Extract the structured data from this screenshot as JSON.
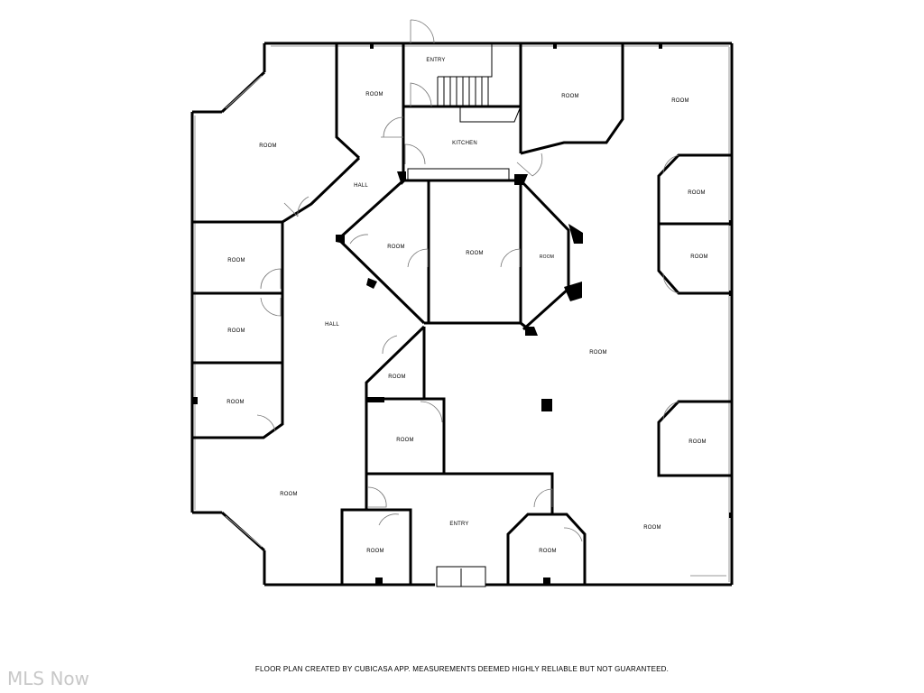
{
  "disclaimer": "FLOOR PLAN CREATED BY CUBICASA APP. MEASUREMENTS DEEMED HIGHLY RELIABLE BUT NOT GUARANTEED.",
  "watermark": "MLS Now",
  "rooms": {
    "entry_top": "ENTRY",
    "room_top_left_small": "ROOM",
    "room_top_center_right": "ROOM",
    "room_top_right": "ROOM",
    "room_top_left_large": "ROOM",
    "kitchen": "KITCHEN",
    "hall_upper": "HALL",
    "room_right_office_1": "ROOM",
    "room_center_octagon_left": "ROOM",
    "room_center": "ROOM",
    "room_center_octagon_right": "ROOM",
    "room_left_1": "ROOM",
    "room_right_office_2": "ROOM",
    "hall_main": "HALL",
    "room_left_2": "ROOM",
    "room_open_large": "ROOM",
    "room_small_center": "ROOM",
    "room_left_3": "ROOM",
    "room_center_lower": "ROOM",
    "room_right_office_3": "ROOM",
    "room_bottom_left_large": "ROOM",
    "entry_bottom": "ENTRY",
    "room_bottom_right_large": "ROOM",
    "room_bottom_left_small": "ROOM",
    "room_bottom_center_small": "ROOM"
  }
}
